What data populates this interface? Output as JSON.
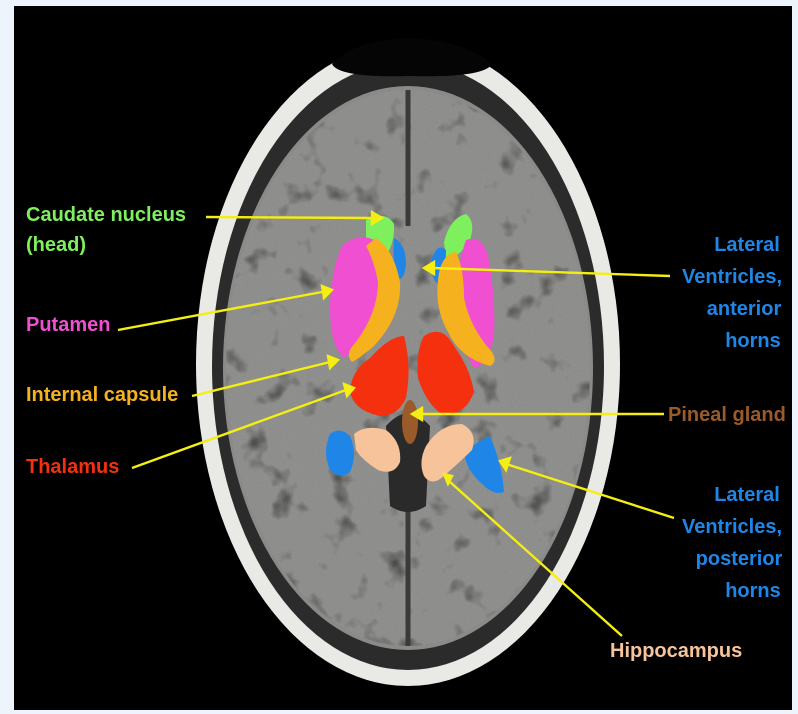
{
  "labels": {
    "caudate_line1": "Caudate nucleus",
    "caudate_line2": "(head)",
    "putamen": "Putamen",
    "internal_capsule": "Internal capsule",
    "thalamus": "Thalamus",
    "lv_anterior_line1": "Lateral",
    "lv_anterior_line2": "Ventricles,",
    "lv_anterior_line3": "anterior",
    "lv_anterior_line4": "horns",
    "pineal_gland": "Pineal gland",
    "lv_posterior_line1": "Lateral",
    "lv_posterior_line2": "Ventricles,",
    "lv_posterior_line3": "posterior",
    "lv_posterior_line4": "horns",
    "hippocampus": "Hippocampus"
  },
  "colors": {
    "caudate": "#7ef05e",
    "putamen": "#f04fd2",
    "internal_capsule": "#f6b11e",
    "thalamus": "#f5300f",
    "ventricles": "#1f86e8",
    "pineal_gland": "#9a5a2a",
    "hippocampus": "#f7c39b",
    "pointer_lines": "#f4ee12"
  }
}
